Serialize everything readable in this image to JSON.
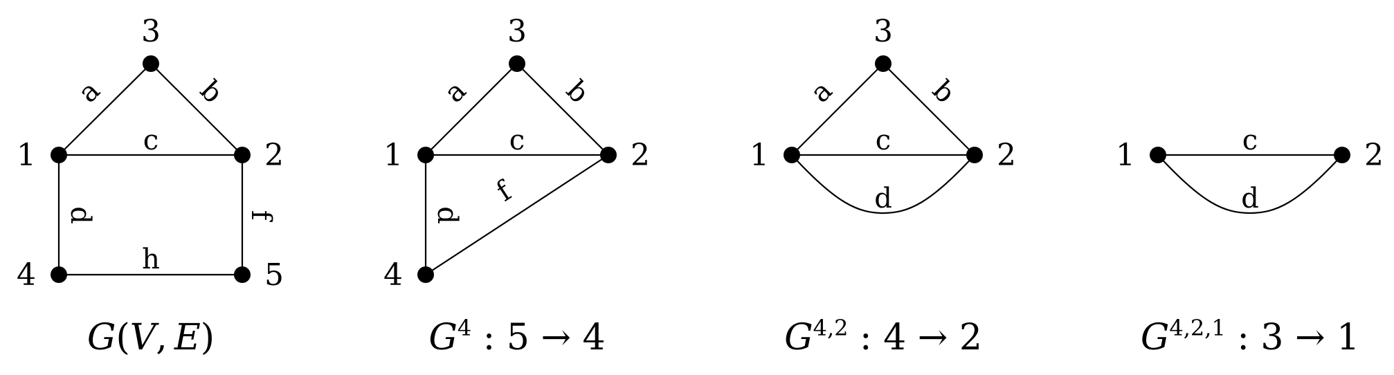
{
  "panels": [
    {
      "vertices": {
        "v1": "1",
        "v2": "2",
        "v3": "3",
        "v4": "4",
        "v5": "5"
      },
      "edges": {
        "a": "a",
        "b": "b",
        "c": "c",
        "d": "d",
        "f": "f",
        "h": "h"
      },
      "caption": {
        "G": "G",
        "open": "(",
        "V": "V",
        "comma": ",",
        "E": "E",
        "close": ")"
      }
    },
    {
      "vertices": {
        "v1": "1",
        "v2": "2",
        "v3": "3",
        "v4": "4"
      },
      "edges": {
        "a": "a",
        "b": "b",
        "c": "c",
        "d": "d",
        "f": "f"
      },
      "caption": {
        "G": "G",
        "sup": "4",
        "rest": " : 5 → 4"
      }
    },
    {
      "vertices": {
        "v1": "1",
        "v2": "2",
        "v3": "3"
      },
      "edges": {
        "a": "a",
        "b": "b",
        "c": "c",
        "d": "d"
      },
      "caption": {
        "G": "G",
        "sup": "4,2",
        "rest": " : 4 → 2"
      }
    },
    {
      "vertices": {
        "v1": "1",
        "v2": "2"
      },
      "edges": {
        "c": "c",
        "d": "d"
      },
      "caption": {
        "G": "G",
        "sup": "4,2,1",
        "rest": " : 3 → 1"
      }
    }
  ]
}
